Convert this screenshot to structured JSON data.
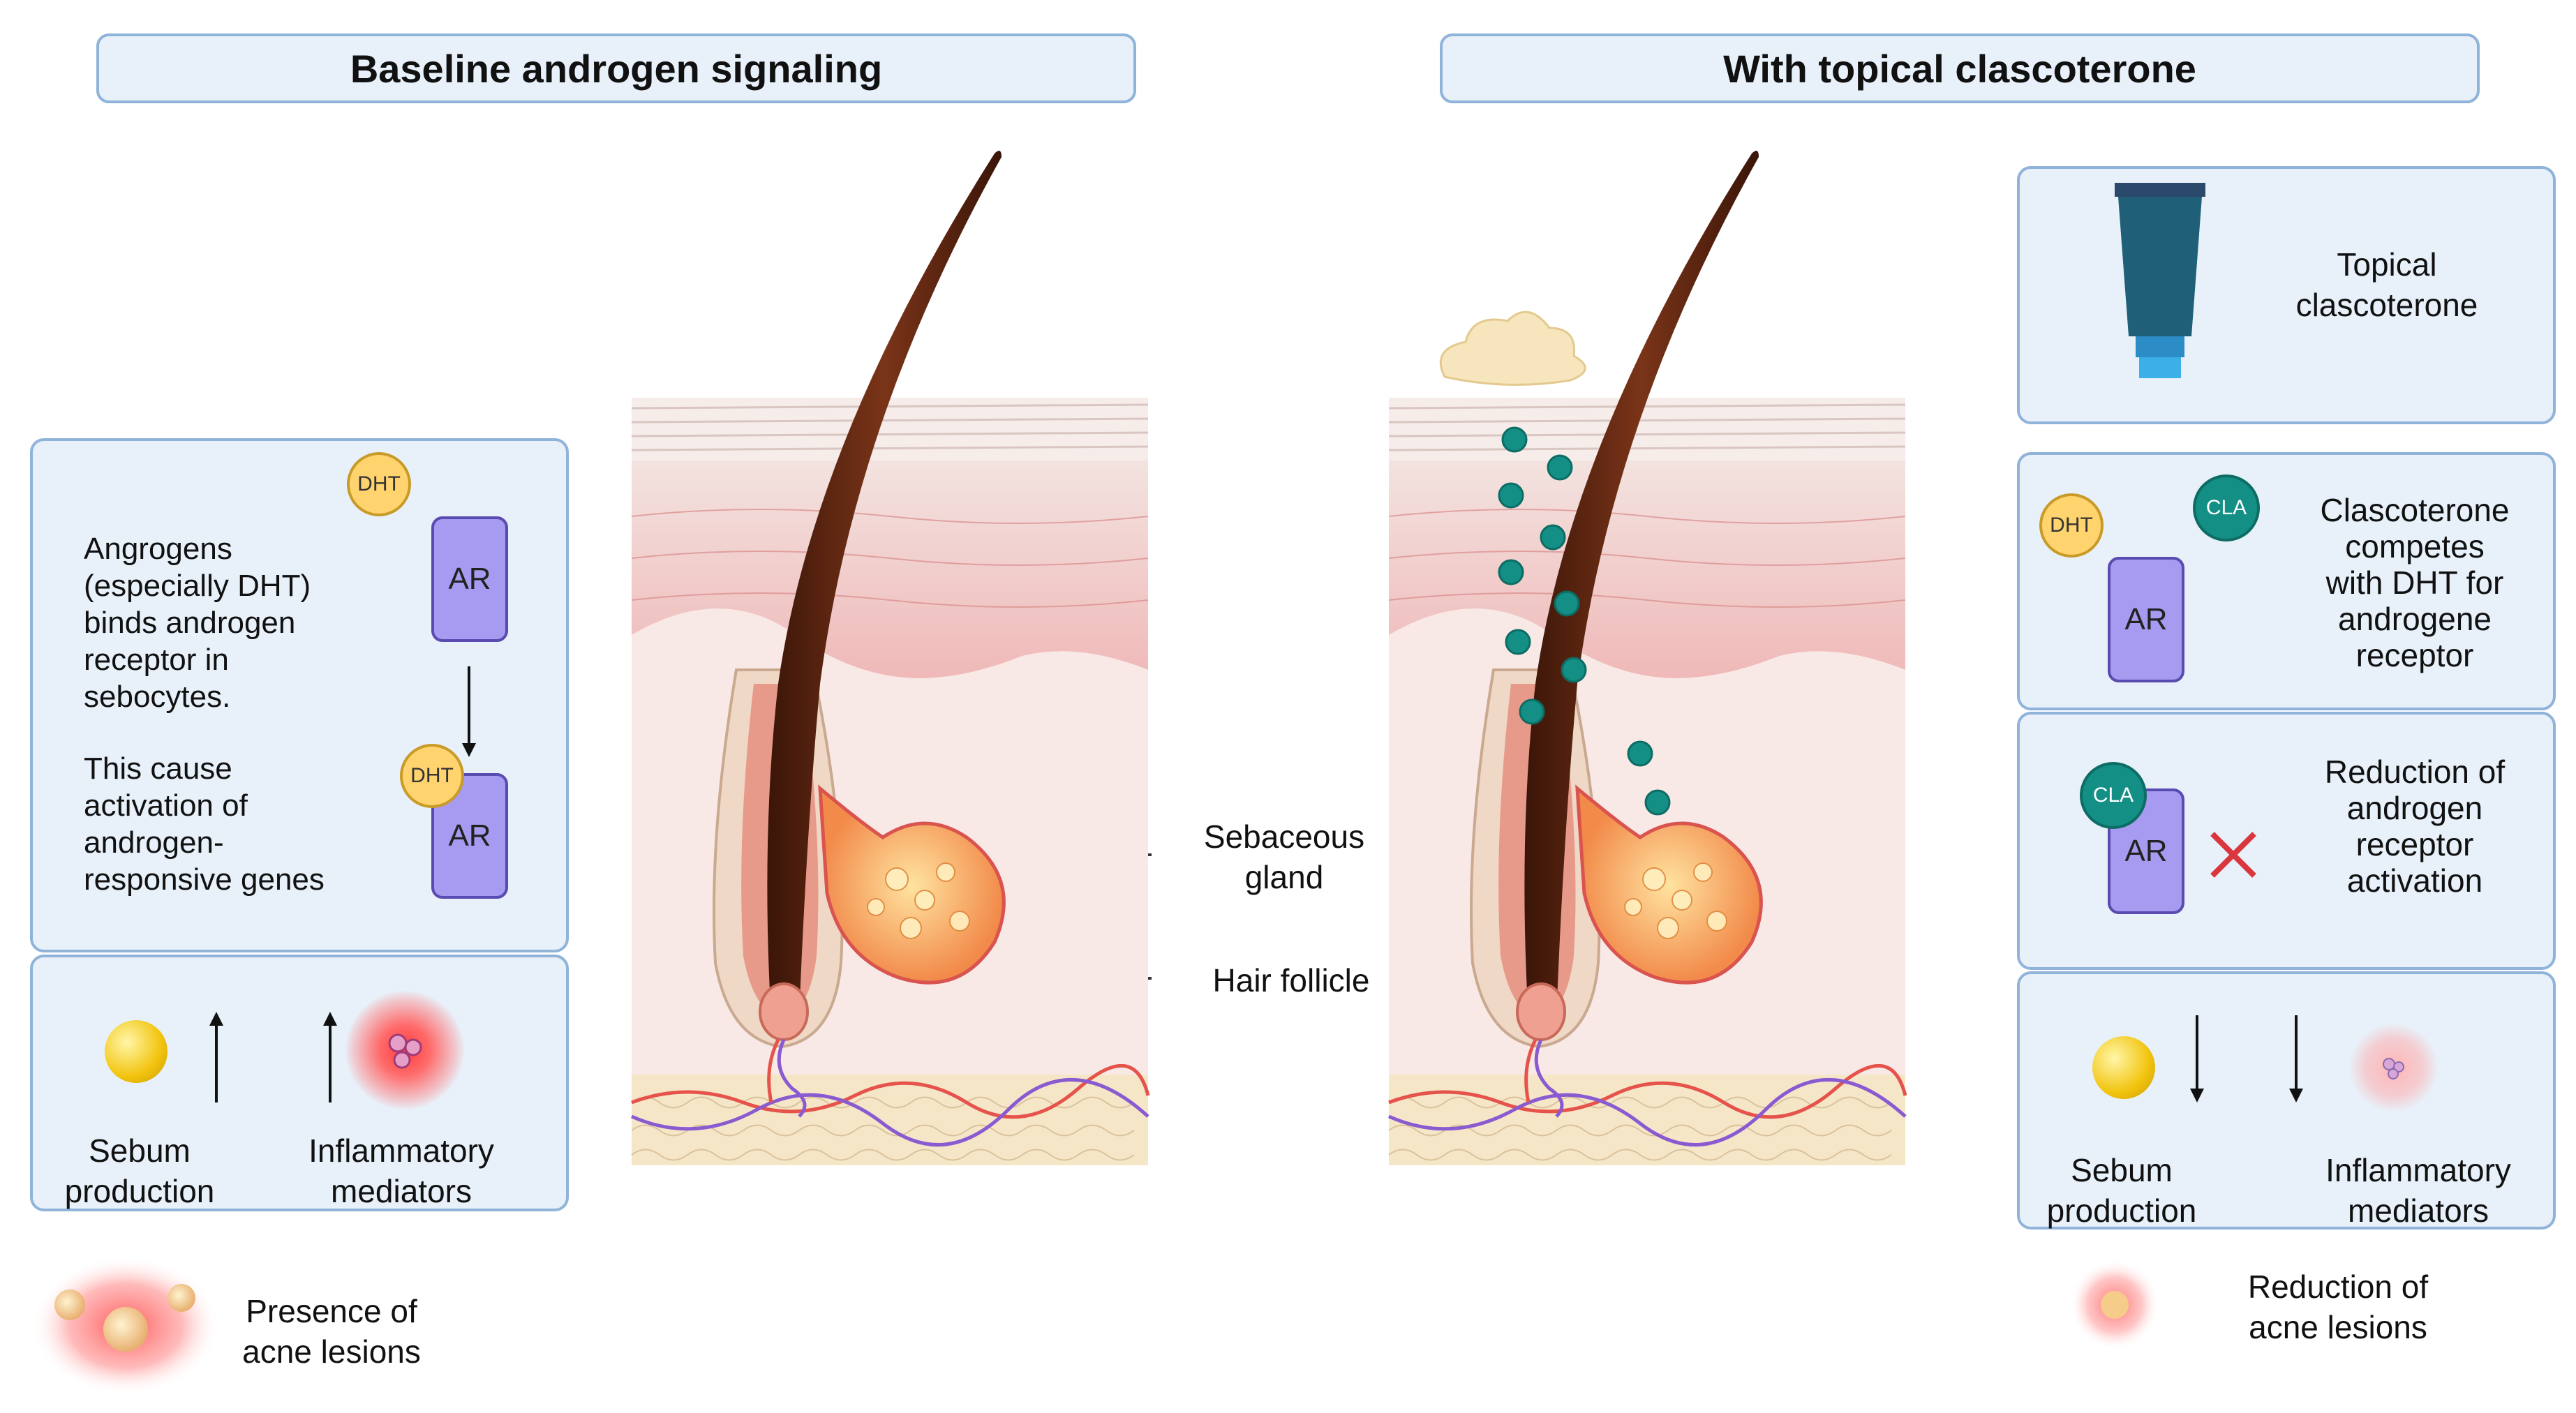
{
  "left": {
    "header": "Baseline androgen signaling",
    "step_text_1": [
      "Angrogens",
      "(especially DHT)",
      "binds androgen",
      "receptor in",
      "sebocytes."
    ],
    "step_text_2": [
      "This cause",
      "activation of",
      "androgen-",
      "responsive genes"
    ],
    "dht_label": "DHT",
    "ar_label": "AR",
    "sebum_label": [
      "Sebum",
      "production"
    ],
    "inflammatory_label": [
      "Inflammatory",
      "mediators"
    ],
    "acne_label": [
      "Presence of",
      "acne lesions"
    ]
  },
  "middle": {
    "sebaceous_label": [
      "Sebaceous",
      "gland"
    ],
    "follicle_label": "Hair follicle"
  },
  "right": {
    "header": "With topical clascoterone",
    "topical_label": [
      "Topical",
      "clascoterone"
    ],
    "compete_label": [
      "Clascoterone",
      "competes",
      "with DHT for",
      "androgene",
      "receptor"
    ],
    "reduction_label": [
      "Reduction of",
      "androgen",
      "receptor",
      "activation"
    ],
    "sebum_label": [
      "Sebum",
      "production"
    ],
    "inflammatory_label": [
      "Inflammatory",
      "mediators"
    ],
    "acne_label": [
      "Reduction of",
      "acne lesions"
    ],
    "dht_label": "DHT",
    "cla_label": "CLA",
    "ar_label": "AR"
  },
  "colors": {
    "panel_bg": "#e8f1fa",
    "panel_border": "#8fb3d9",
    "receptor": "#a69bf0",
    "dht": "#ffd36e",
    "clascoterone": "#148f85",
    "cross": "#d9363e"
  }
}
